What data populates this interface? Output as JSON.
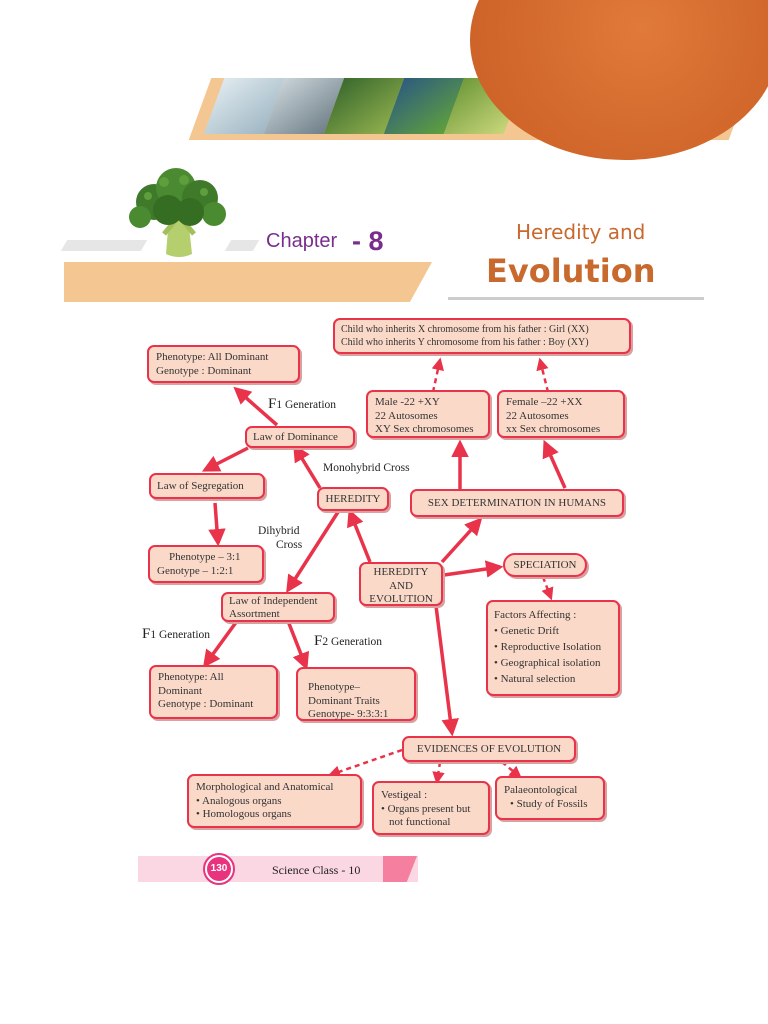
{
  "chapter": {
    "word": "Chapter",
    "number": "- 8",
    "title_line1": "Heredity and",
    "title_line2": "Evolution"
  },
  "boxes": {
    "inherit": [
      "Child who inherits X chromosome from his father : Girl (XX)",
      "Child who inherits Y chromosome from his father : Boy (XY)"
    ],
    "phen_all_dominant_top": [
      "Phenotype: All Dominant",
      "Genotype : Dominant"
    ],
    "male": [
      "Male -22 +XY",
      "22 Autosomes",
      "XY Sex chromosomes"
    ],
    "female": [
      "Female –22 +XX",
      "22 Autosomes",
      "xx Sex chromosomes"
    ],
    "law_of_dominance": "Law of Dominance",
    "law_of_segregation": "Law of Segregation",
    "heredity": "HEREDITY",
    "sex_determination": "SEX DETERMINATION IN HUMANS",
    "ratio_321": [
      "Phenotype – 3:1",
      "Genotype – 1:2:1"
    ],
    "heredity_evolution": [
      "HEREDITY",
      "AND",
      "EVOLUTION"
    ],
    "speciation": "SPECIATION",
    "law_independent": [
      "Law of Independent",
      "Assortment"
    ],
    "factors": [
      "Factors Affecting :",
      "• Genetic Drift",
      "• Reproductive Isolation",
      "• Geographical isolation",
      "• Natural selection"
    ],
    "phen_all_dominant_bottom": [
      "Phenotype: All",
      "Dominant",
      "Genotype : Dominant"
    ],
    "phen_9331": [
      "Phenotype–",
      "Dominant Traits",
      "Genotype- 9:3:3:1"
    ],
    "evidences": "EVIDENCES OF EVOLUTION",
    "morphological": [
      "Morphological and Anatomical",
      "• Analogous organs",
      "• Homologous organs"
    ],
    "vestigeal": [
      "Vestigeal :",
      "• Organs present but",
      "not functional"
    ],
    "palaeontological": [
      "Palaeontological",
      "• Study of Fossils"
    ]
  },
  "labels": {
    "f1_generation_top_prefix": "F",
    "f1_generation_top_rest": "1 Generation",
    "monohybrid_cross": "Monohybrid Cross",
    "dihybrid_line1": "Dihybrid",
    "dihybrid_line2": "Cross",
    "f1_generation_bottom_prefix": "F",
    "f1_generation_bottom_rest": "1 Generation",
    "f2_generation_prefix": "F",
    "f2_generation_rest": "2 Generation"
  },
  "footer": {
    "page_number": "130",
    "book": "Science Class - 10"
  },
  "colors": {
    "box_fill": "#fbd9c9",
    "box_border": "#e8334a",
    "arrow": "#e8334a",
    "title": "#c8692e",
    "chapter": "#7a2e8c"
  }
}
